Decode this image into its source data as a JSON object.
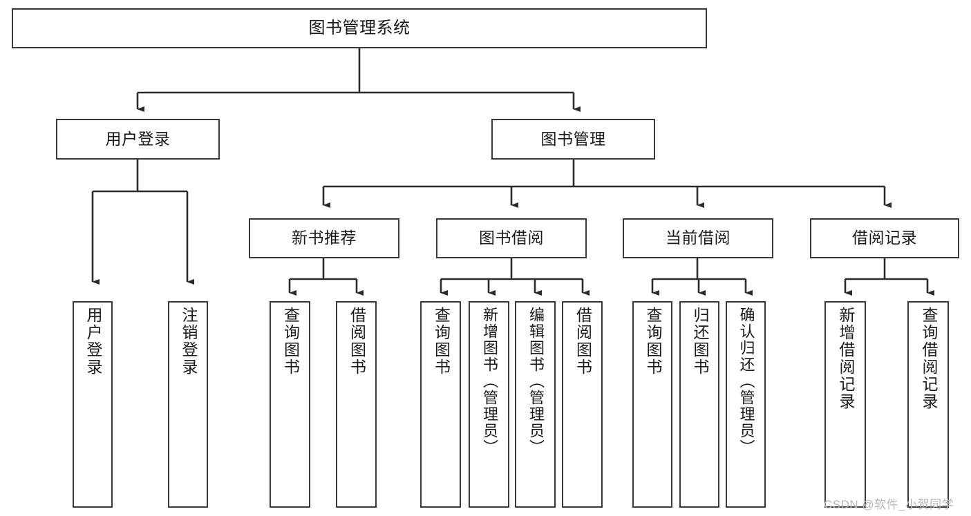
{
  "diagram": {
    "title": "图书管理系统",
    "type": "function-structure-tree",
    "theme": {
      "background": "#ffffff",
      "node_border": "#3a3a3a",
      "node_fill": "#ffffff",
      "text": "#1a1a1a",
      "connector": "#2b2b2b",
      "watermark": "#b6b6b6"
    },
    "levels": {
      "root": {
        "label": "图书管理系统"
      },
      "level2": [
        {
          "label": "用户登录"
        },
        {
          "label": "图书管理"
        }
      ],
      "level3": [
        {
          "label": "新书推荐"
        },
        {
          "label": "图书借阅"
        },
        {
          "label": "当前借阅"
        },
        {
          "label": "借阅记录"
        }
      ]
    },
    "leaves": {
      "user_login": [
        {
          "label": "用户登录"
        },
        {
          "label": "注销登录"
        }
      ],
      "new_book_recommend": [
        {
          "label": "查询图书"
        },
        {
          "label": "借阅图书"
        }
      ],
      "book_borrow": [
        {
          "label": "查询图书"
        },
        {
          "label": "新增图书（管理员）"
        },
        {
          "label": "编辑图书（管理员）"
        },
        {
          "label": "借阅图书"
        }
      ],
      "current_borrow": [
        {
          "label": "查询图书"
        },
        {
          "label": "归还图书"
        },
        {
          "label": "确认归还（管理员）"
        }
      ],
      "borrow_record": [
        {
          "label": "新增借阅记录"
        },
        {
          "label": "查询借阅记录"
        }
      ]
    },
    "watermark": "CSDN @软件_小贺同学"
  }
}
